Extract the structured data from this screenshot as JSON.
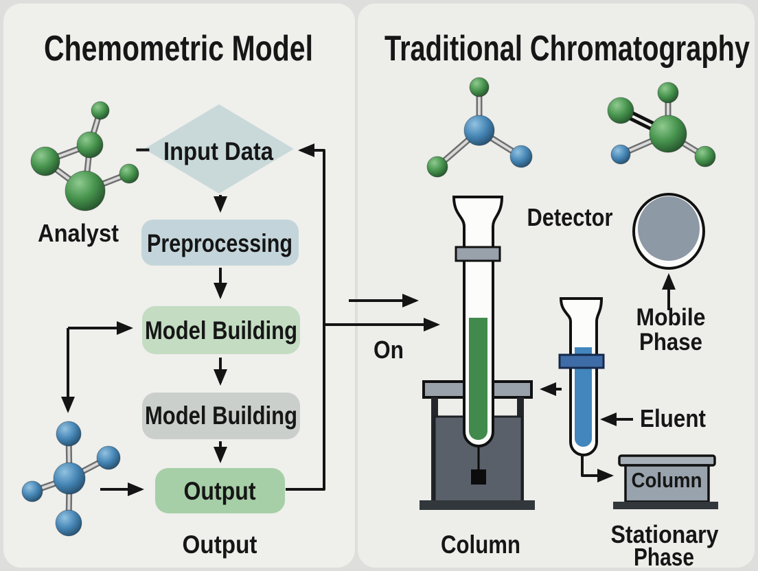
{
  "left_panel": {
    "title": "Chemometric Model",
    "analyst_label": "Analyst",
    "input_dash": "−",
    "nodes": {
      "input_data": "Input Data",
      "preprocessing": "Preprocessing",
      "model_building_top": "Model Building",
      "model_building_bottom": "Model Building",
      "output": "Output"
    },
    "output_caption": "Output"
  },
  "right_panel": {
    "title": "Traditional Chromatography",
    "labels": {
      "detector": "Detector",
      "on": "On",
      "mobile_phase_line1": "Mobile",
      "mobile_phase_line2": "Phase",
      "eluent": "Eluent",
      "column_caption": "Column",
      "stationary_column_box": "Column",
      "stationary_phase_line1": "Stationary",
      "stationary_phase_line2": "Phase"
    }
  },
  "colors": {
    "background": "#dededc",
    "panel_left": "#efefec",
    "panel_right": "#ededea",
    "ink": "#141414",
    "diamond_fill": "#c9d9da",
    "preprocessing_fill": "#c3d5da",
    "model_building_green_fill": "#c3dcc2",
    "model_building_gray_fill": "#cacfcc",
    "output_fill": "#a6cfa7",
    "green_atom": "#45924c",
    "blue_atom": "#4585b5",
    "green_liquid": "#418a4c",
    "blue_liquid": "#4286bd",
    "clamp_gray": "#99a1ab",
    "clamp_blue": "#3e6ca6",
    "stand_container": "#59606a",
    "stand_base": "#32373c",
    "detector_gray": "#8d99a5"
  }
}
